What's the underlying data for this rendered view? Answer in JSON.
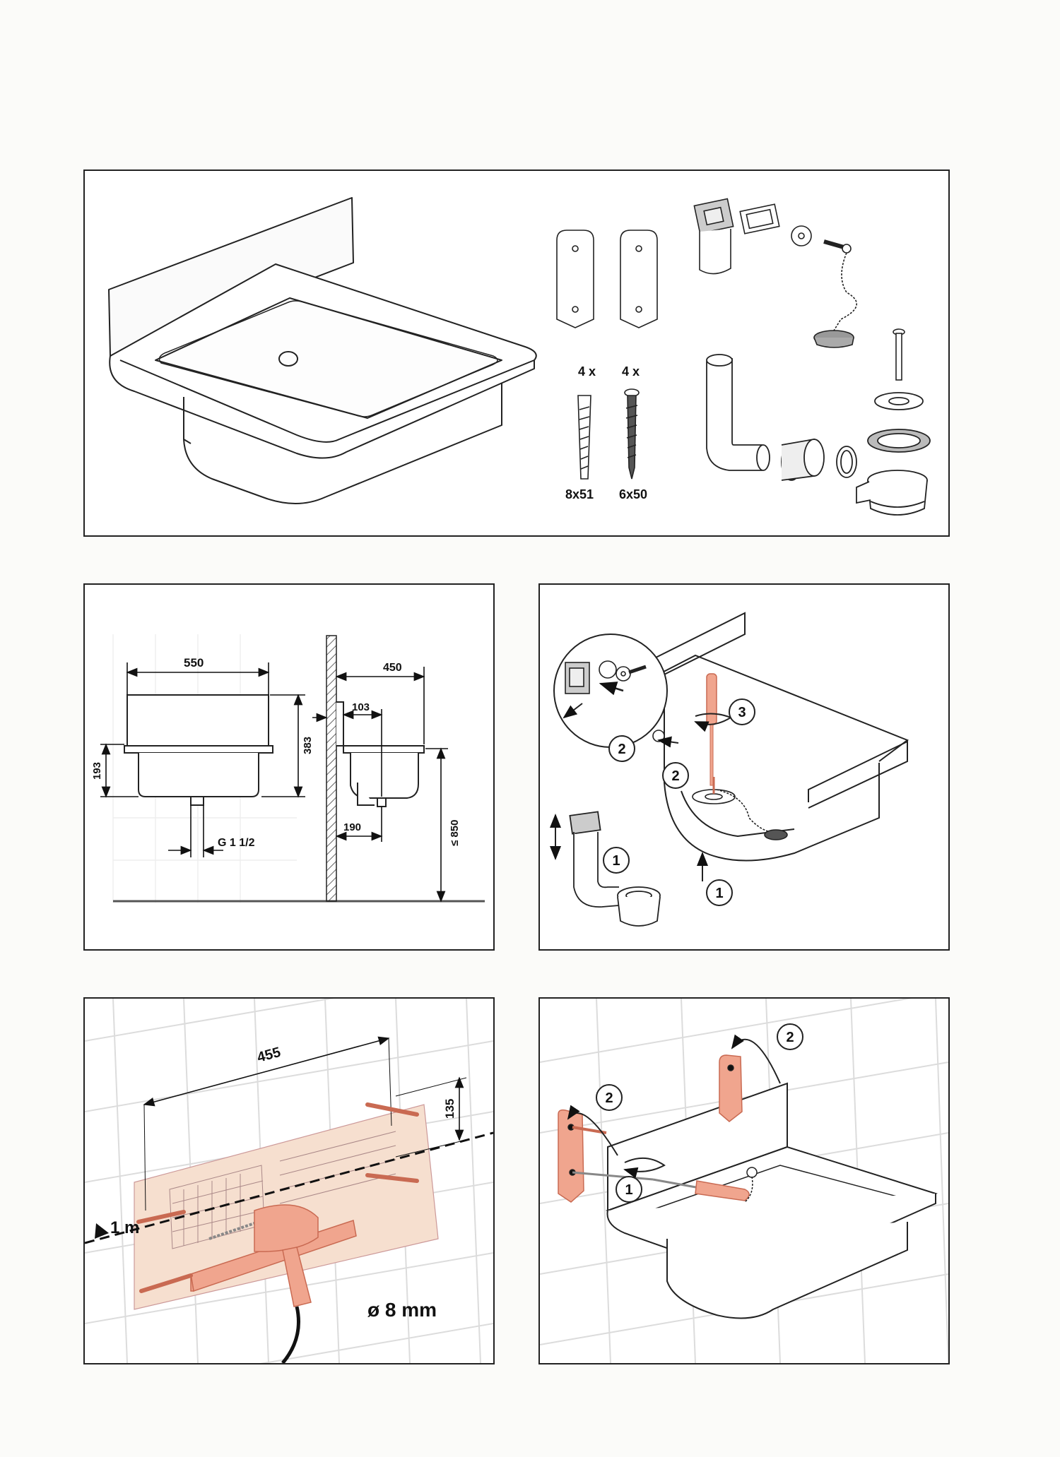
{
  "parts": {
    "anchor_qty": "4 x",
    "anchor_size": "8x51",
    "screw_qty": "4 x",
    "screw_size": "6x50"
  },
  "dimensions": {
    "width": "550",
    "height_total": "383",
    "height_basin": "193",
    "depth": "450",
    "offset_top": "103",
    "offset_drain": "190",
    "mount_height": "≤ 850",
    "thread": "G 1 1/2"
  },
  "drain_steps": {
    "step1a": "1",
    "step1b": "1",
    "step2a": "2",
    "step2b": "2",
    "step3": "3"
  },
  "drill": {
    "width": "455",
    "height": "135",
    "level": "1 m",
    "bit": "ø 8 mm"
  },
  "mount_steps": {
    "step1": "1",
    "step2a": "2",
    "step2b": "2"
  },
  "colors": {
    "accent": "#f0a58e",
    "accent_dark": "#c96a52",
    "line": "#222222",
    "tile": "#dcdcdc"
  }
}
